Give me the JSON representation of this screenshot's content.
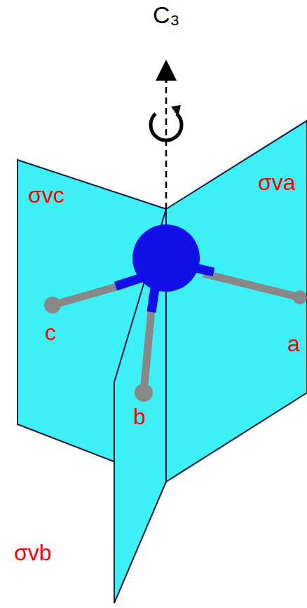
{
  "diagram": {
    "labels": [
      "C₃",
      "σvc",
      "σva",
      "c",
      "a",
      "b",
      "σvb"
    ]
  }
}
